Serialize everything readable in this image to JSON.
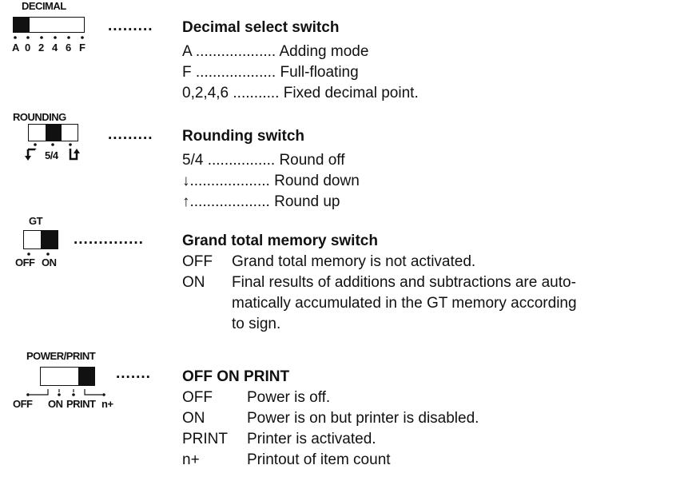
{
  "decimal": {
    "switch_label": "DECIMAL",
    "positions": [
      "A",
      "0",
      "2",
      "4",
      "6",
      "F"
    ],
    "leader": ".........",
    "heading": "Decimal select switch",
    "items": [
      {
        "key": "A",
        "dots": "...................",
        "desc": "Adding mode"
      },
      {
        "key": "F",
        "dots": "...................",
        "desc": "Full-floating"
      },
      {
        "key": "0,2,4,6",
        "dots": "...........",
        "desc": "Fixed decimal point."
      }
    ]
  },
  "rounding": {
    "switch_label": "ROUNDING",
    "center_label": "5/4",
    "down_symbol": "↓",
    "up_symbol": "↑",
    "leader": ".........",
    "heading": "Rounding switch",
    "items": [
      {
        "key": "5/4",
        "dots": "................",
        "desc": "Round off"
      },
      {
        "key": "↓",
        "dots": "...................",
        "desc": "Round down"
      },
      {
        "key": "↑",
        "dots": "...................",
        "desc": "Round up"
      }
    ]
  },
  "gt": {
    "switch_label": "GT",
    "positions": [
      "OFF",
      "ON"
    ],
    "leader": "..............",
    "heading": "Grand total memory switch",
    "items": [
      {
        "key": "OFF",
        "desc": "Grand total memory is not activated."
      },
      {
        "key": "ON",
        "desc_lines": [
          "Final results of additions and subtractions are auto-",
          "matically accumulated in the GT memory according",
          "to sign."
        ]
      }
    ]
  },
  "power": {
    "switch_label": "POWER/PRINT",
    "positions": [
      "OFF",
      "ON",
      "PRINT",
      "n+"
    ],
    "leader": ".......",
    "heading": "OFF ON PRINT",
    "items": [
      {
        "key": "OFF",
        "desc": "Power is off."
      },
      {
        "key": "ON",
        "desc": "Power is on but printer is disabled."
      },
      {
        "key": "PRINT",
        "desc": "Printer is activated."
      },
      {
        "key": "n+",
        "desc": "Printout of item count"
      }
    ]
  }
}
